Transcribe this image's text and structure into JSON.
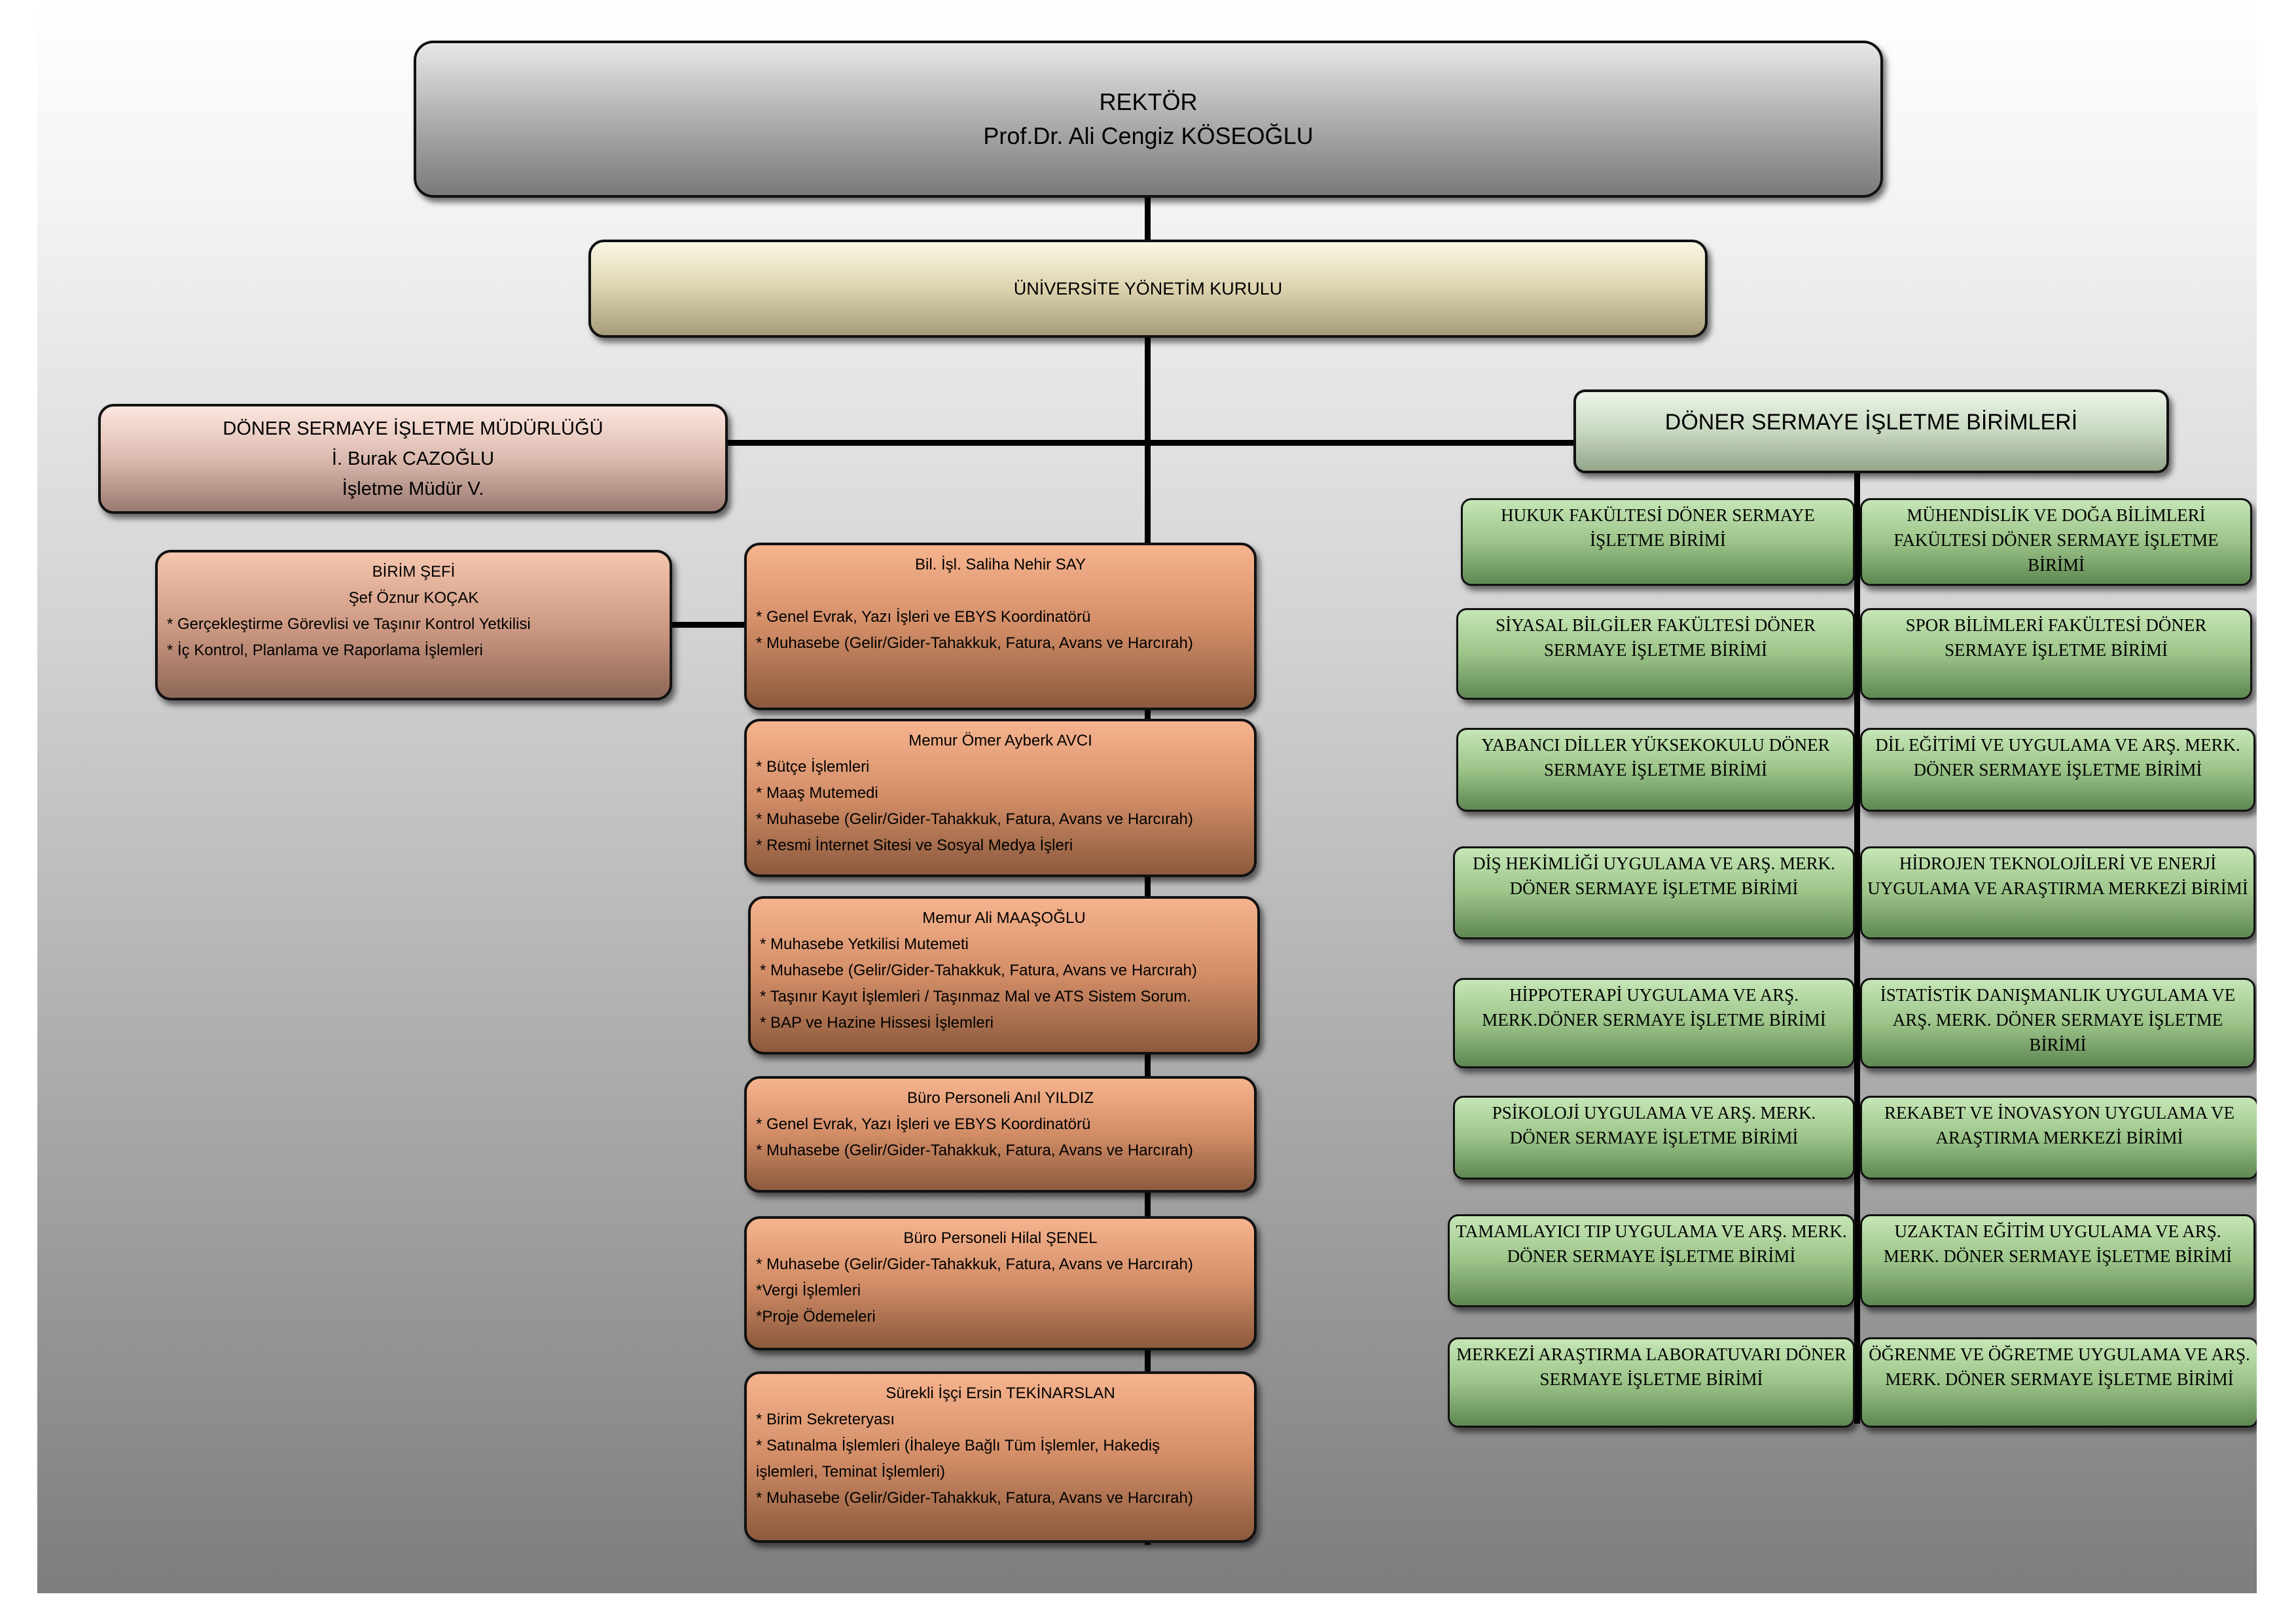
{
  "rektor": {
    "title": "REKTÖR",
    "name": "Prof.Dr. Ali Cengiz KÖSEOĞLU"
  },
  "board": {
    "title": "ÜNİVERSİTE YÖNETİM KURULU"
  },
  "mudurluk": {
    "title": "DÖNER SERMAYE İŞLETME MÜDÜRLÜĞÜ",
    "name": "İ. Burak CAZOĞLU",
    "role": "İşletme Müdür V."
  },
  "birim_sefi": {
    "title": "BİRİM ŞEFİ",
    "name": "Şef Öznur KOÇAK",
    "items": [
      "* Gerçekleştirme Görevlisi ve Taşınır Kontrol Yetkilisi",
      "* İç Kontrol, Planlama ve Raporlama İşlemleri"
    ]
  },
  "staff": [
    {
      "title": "Bil. İşl. Saliha Nehir SAY",
      "items": [
        "* Genel Evrak, Yazı İşleri ve EBYS Koordinatörü",
        "* Muhasebe (Gelir/Gider-Tahakkuk, Fatura, Avans ve Harcırah)"
      ]
    },
    {
      "title": "Memur Ömer Ayberk AVCI",
      "items": [
        "* Bütçe İşlemleri",
        "*  Maaş Mutemedi",
        "* Muhasebe (Gelir/Gider-Tahakkuk, Fatura, Avans ve Harcırah)",
        "*  Resmi İnternet Sitesi ve Sosyal Medya İşleri"
      ]
    },
    {
      "title": "Memur Ali MAAŞOĞLU",
      "items": [
        "*  Muhasebe Yetkilisi Mutemeti",
        "* Muhasebe (Gelir/Gider-Tahakkuk, Fatura, Avans ve Harcırah)",
        "* Taşınır Kayıt İşlemleri / Taşınmaz Mal ve ATS Sistem Sorum.",
        "* BAP ve Hazine Hissesi İşlemleri"
      ]
    },
    {
      "title": "Büro Personeli Anıl YILDIZ",
      "items": [
        "* Genel Evrak, Yazı İşleri ve EBYS Koordinatörü",
        "* Muhasebe (Gelir/Gider-Tahakkuk, Fatura, Avans ve Harcırah)"
      ]
    },
    {
      "title": "Büro Personeli Hilal ŞENEL",
      "items": [
        "* Muhasebe (Gelir/Gider-Tahakkuk, Fatura, Avans ve Harcırah)",
        "*Vergi İşlemleri",
        "*Proje Ödemeleri"
      ]
    },
    {
      "title": "Sürekli İşçi Ersin TEKİNARSLAN",
      "items": [
        "*  Birim Sekreteryası",
        "* Satınalma İşlemleri (İhaleye Bağlı Tüm İşlemler, Hakediş",
        "işlemleri, Teminat İşlemleri)",
        "* Muhasebe (Gelir/Gider-Tahakkuk, Fatura, Avans ve Harcırah)"
      ]
    }
  ],
  "birimler": {
    "title": "DÖNER SERMAYE İŞLETME BİRİMLERİ",
    "left": [
      "HUKUK FAKÜLTESİ DÖNER SERMAYE İŞLETME BİRİMİ",
      "SİYASAL BİLGİLER FAKÜLTESİ DÖNER SERMAYE İŞLETME BİRİMİ",
      "YABANCI DİLLER YÜKSEKOKULU DÖNER SERMAYE İŞLETME BİRİMİ",
      "DİŞ HEKİMLİĞİ UYGULAMA VE ARŞ. MERK. DÖNER SERMAYE İŞLETME BİRİMİ",
      "HİPPOTERAPİ UYGULAMA VE ARŞ. MERK.DÖNER SERMAYE İŞLETME BİRİMİ",
      "PSİKOLOJİ UYGULAMA VE ARŞ. MERK. DÖNER SERMAYE İŞLETME BİRİMİ",
      "TAMAMLAYICI TIP UYGULAMA VE ARŞ. MERK. DÖNER SERMAYE İŞLETME BİRİMİ",
      "MERKEZİ ARAŞTIRMA LABORATUVARI DÖNER SERMAYE İŞLETME BİRİMİ"
    ],
    "right": [
      "MÜHENDİSLİK VE DOĞA BİLİMLERİ FAKÜLTESİ DÖNER SERMAYE İŞLETME BİRİMİ",
      "SPOR BİLİMLERİ FAKÜLTESİ DÖNER SERMAYE İŞLETME BİRİMİ",
      "DİL EĞİTİMİ VE UYGULAMA VE ARŞ. MERK. DÖNER SERMAYE İŞLETME BİRİMİ",
      "HİDROJEN TEKNOLOJİLERİ VE ENERJİ UYGULAMA VE ARAŞTIRMA MERKEZİ BİRİMİ",
      "İSTATİSTİK DANIŞMANLIK UYGULAMA VE ARŞ. MERK. DÖNER SERMAYE İŞLETME BİRİMİ",
      "REKABET VE İNOVASYON UYGULAMA VE ARAŞTIRMA MERKEZİ BİRİMİ",
      "UZAKTAN EĞİTİM UYGULAMA VE ARŞ. MERK. DÖNER SERMAYE İŞLETME BİRİMİ",
      "ÖĞRENME VE ÖĞRETME UYGULAMA VE ARŞ. MERK. DÖNER SERMAYE İŞLETME BİRİMİ"
    ]
  }
}
